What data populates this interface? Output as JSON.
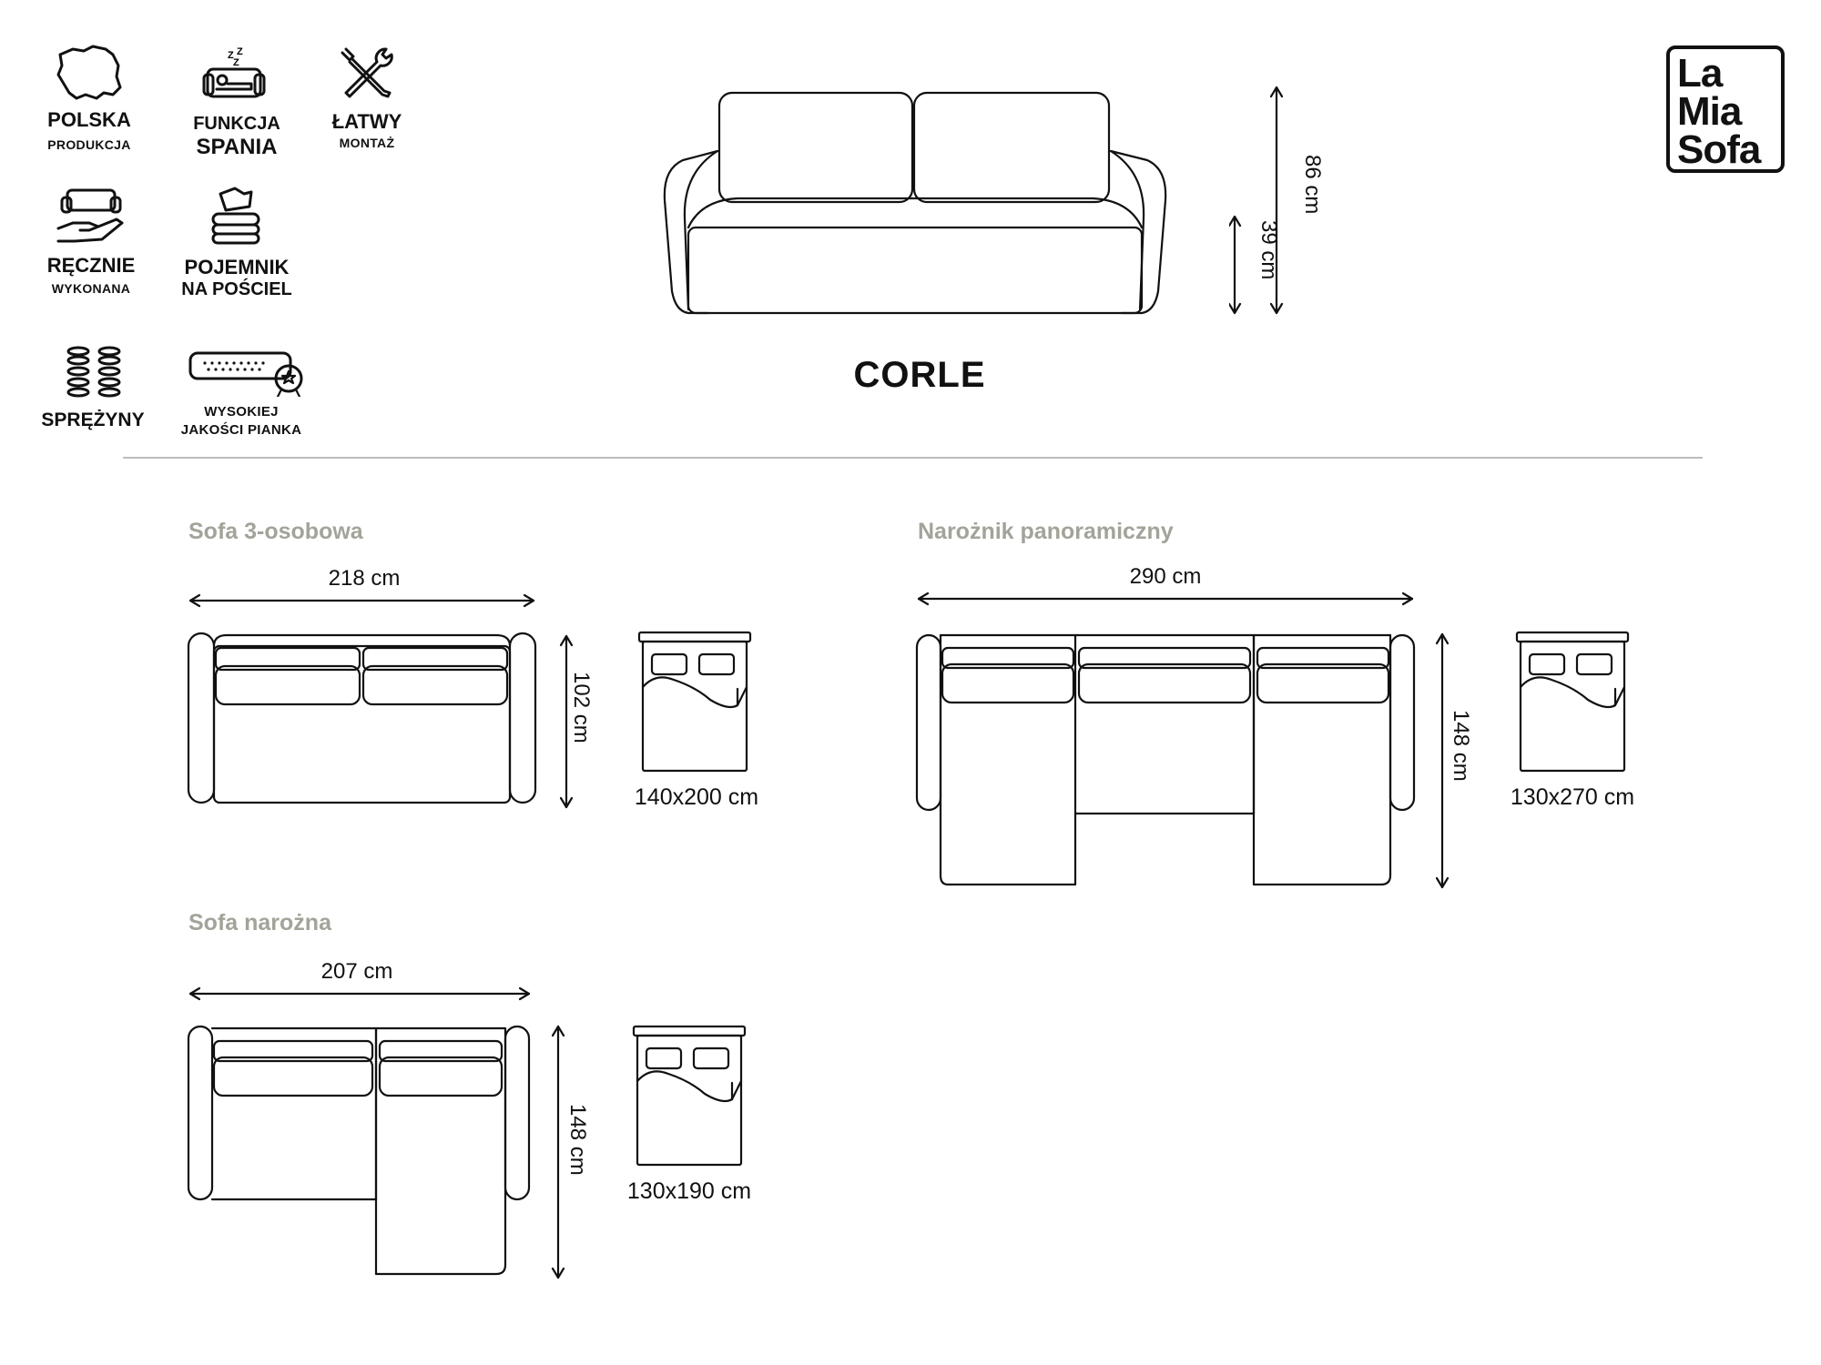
{
  "brand": {
    "logo_lines": [
      "La",
      "Mia",
      "Sofa"
    ]
  },
  "features": [
    {
      "icon": "poland-map-icon",
      "title": "POLSKA",
      "sub": "PRODUKCJA"
    },
    {
      "icon": "sleeping-sofa-icon",
      "title": "FUNKCJA",
      "sub": "SPANIA"
    },
    {
      "icon": "tools-icon",
      "title": "ŁATWY",
      "sub": "MONTAŻ"
    },
    {
      "icon": "handmade-sofa-icon",
      "title": "RĘCZNIE",
      "sub": "WYKONANA"
    },
    {
      "icon": "bedding-container-icon",
      "title": "POJEMNIK",
      "sub": "NA POŚCIEL"
    },
    {
      "icon": "springs-icon",
      "title": "SPRĘŻYNY",
      "sub": ""
    },
    {
      "icon": "foam-quality-icon",
      "title": "WYSOKIEJ",
      "sub": "JAKOŚCI PIANKA"
    }
  ],
  "product": {
    "name": "CORLE",
    "height_total": "86 cm",
    "seat_height": "39 cm"
  },
  "variants": {
    "sofa3": {
      "title": "Sofa 3-osobowa",
      "width": "218 cm",
      "depth": "102 cm",
      "bed": "140x200 cm"
    },
    "panoramic": {
      "title": "Narożnik panoramiczny",
      "width": "290 cm",
      "depth": "148 cm",
      "bed": "130x270 cm"
    },
    "corner": {
      "title": "Sofa narożna",
      "width": "207 cm",
      "depth": "148 cm",
      "bed": "130x190 cm"
    }
  }
}
